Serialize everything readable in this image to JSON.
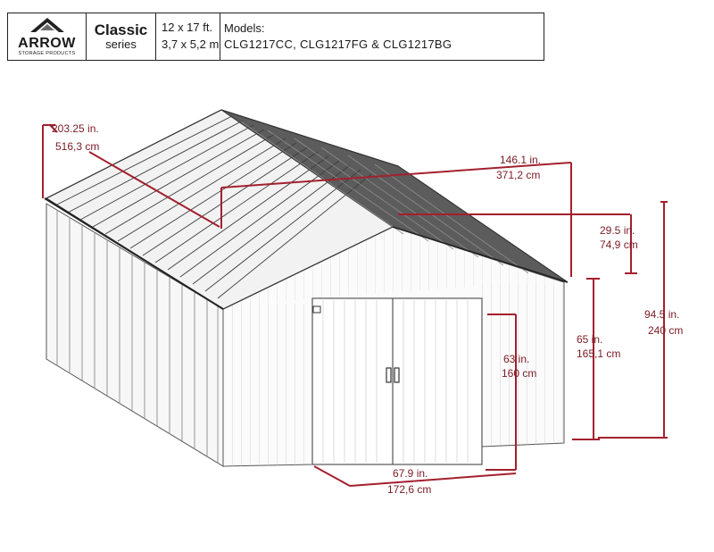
{
  "header": {
    "brand": "ARROW",
    "brand_tagline": "STORAGE PRODUCTS",
    "series_name": "Classic",
    "series_word": "series",
    "size_imperial": "12 x 17 ft.",
    "size_metric": "3,7 x 5,2 m",
    "models_label": "Models:",
    "models_list": "CLG1217CC,  CLG1217FG  &  CLG1217BG"
  },
  "dimensions": {
    "depth_in": "203.25 in.",
    "depth_cm": "516,3 cm",
    "width_in": "146.1 in.",
    "width_cm": "371,2 cm",
    "roof_rise_in": "29.5 in.",
    "roof_rise_cm": "74,9 cm",
    "total_height_in": "94.5 in.",
    "total_height_cm": "240 cm",
    "wall_height_in": "65 in.",
    "wall_height_cm": "165,1 cm",
    "door_height_in": "63 in.",
    "door_height_cm": "160 cm",
    "door_width_in": "67.9 in.",
    "door_width_cm": "172,6 cm"
  },
  "colors": {
    "dimension_red": "#a3202e",
    "shed_outline": "#5a5a5a",
    "roof_dark": "#4a4a4a"
  }
}
